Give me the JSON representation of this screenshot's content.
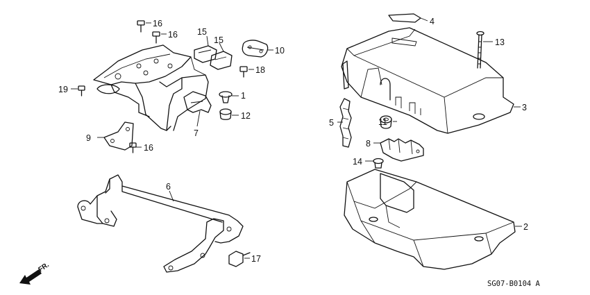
{
  "diagram": {
    "drawing_code": "SG07-B0104 A",
    "front_indicator": "FR.",
    "callouts": {
      "c1": "1",
      "c2": "2",
      "c3": "3",
      "c4": "4",
      "c5": "5",
      "c6": "6",
      "c7": "7",
      "c8": "8",
      "c9": "9",
      "c10": "10",
      "c11": "11",
      "c12": "12",
      "c13": "13",
      "c14": "14",
      "c15a": "15",
      "c15b": "15",
      "c16a": "16",
      "c16b": "16",
      "c16c": "16",
      "c17": "17",
      "c18": "18",
      "c19": "19"
    }
  }
}
